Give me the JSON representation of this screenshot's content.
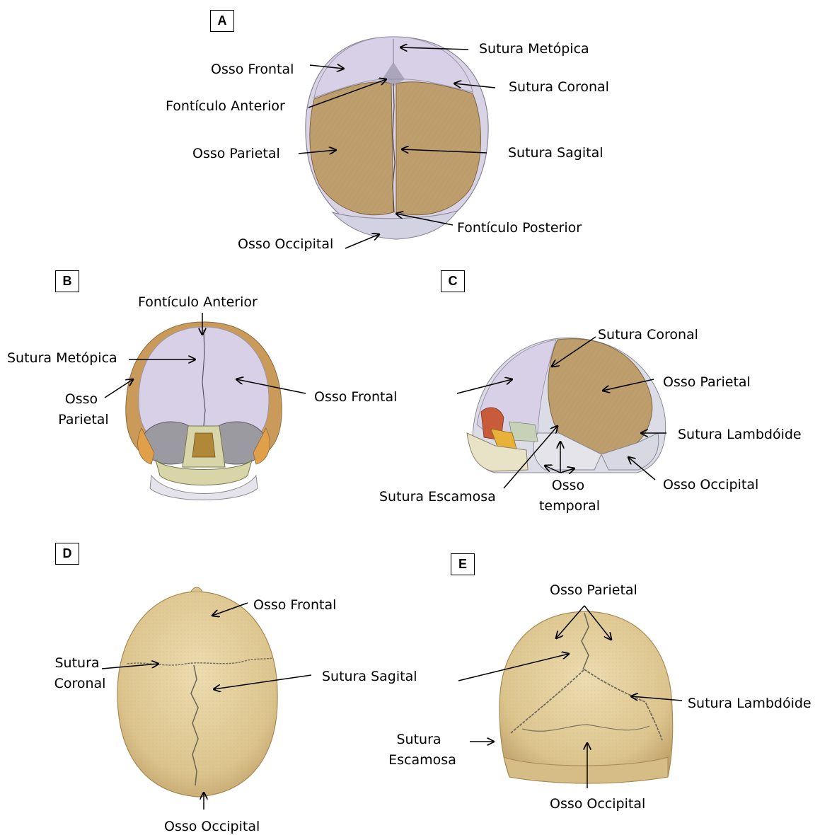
{
  "panels": {
    "a": {
      "tag": "A",
      "labels": {
        "sutura_metopica": "Sutura Metópica",
        "osso_frontal": "Osso Frontal",
        "sutura_coronal": "Sutura Coronal",
        "fonticulo_anterior": "Fontículo Anterior",
        "osso_parietal": "Osso Parietal",
        "sutura_sagital": "Sutura Sagital",
        "fonticulo_posterior": "Fontículo Posterior",
        "osso_occipital": "Osso  Occipital"
      }
    },
    "b": {
      "tag": "B",
      "labels": {
        "fonticulo_anterior": "Fontículo Anterior",
        "sutura_metopica": "Sutura Metópica",
        "osso_parietal_1": "Osso",
        "osso_parietal_2": "Parietal",
        "osso_frontal": "Osso Frontal"
      }
    },
    "c": {
      "tag": "C",
      "labels": {
        "sutura_coronal": "Sutura Coronal",
        "osso_parietal": "Osso Parietal",
        "sutura_lambdoide": "Sutura Lambdóide",
        "osso_occipital": "Osso  Occipital",
        "sutura_escamosa": "Sutura  Escamosa",
        "osso_temporal_1": "Osso",
        "osso_temporal_2": "temporal"
      }
    },
    "d": {
      "tag": "D",
      "labels": {
        "osso_frontal": "Osso Frontal",
        "sutura_coronal_1": "Sutura",
        "sutura_coronal_2": "Coronal",
        "sutura_sagital": "Sutura Sagital",
        "osso_occipital": "Osso Occipital"
      }
    },
    "e": {
      "tag": "E",
      "labels": {
        "osso_parietal": "Osso Parietal",
        "sutura_lambdoide": "Sutura Lambdóide",
        "sutura_escamosa_1": "Sutura",
        "sutura_escamosa_2": "Escamosa",
        "osso_occipital": "Osso Occipital"
      }
    }
  },
  "colors": {
    "parietal": "#bd9e6c",
    "frontal": "#d7d0e6",
    "occipital": "#d7d4e2",
    "adult_bone": "#e2cc97",
    "suture": "#6f6a5a",
    "arrow": "#000000"
  }
}
